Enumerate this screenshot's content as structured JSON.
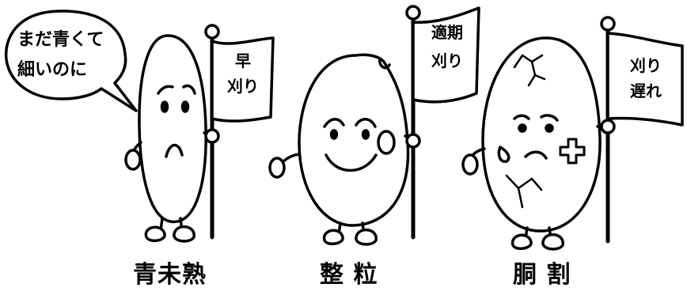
{
  "speech_bubble": {
    "line1": "まだ青くて",
    "line2": "細いのに"
  },
  "characters": [
    {
      "flag_line1": "早",
      "flag_line2": "刈り",
      "caption": "青未熟"
    },
    {
      "flag_line1": "適期",
      "flag_line2": "刈り",
      "caption": "整 粒"
    },
    {
      "flag_line1": "刈り",
      "flag_line2": "遅れ",
      "caption": "胴 割"
    }
  ]
}
